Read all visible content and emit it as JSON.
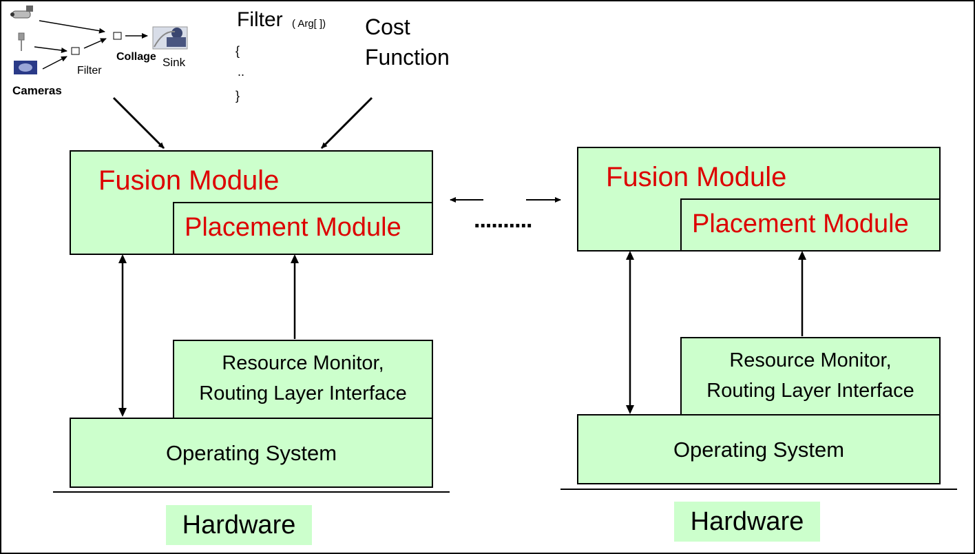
{
  "legend": {
    "cameras": "Cameras",
    "filter": "Filter",
    "collage": "Collage",
    "sink": "Sink"
  },
  "code": {
    "filter_name": "Filter",
    "filter_args": "( Arg[ ])",
    "open_brace": "{",
    "ellipsis": "..",
    "close_brace": "}"
  },
  "cost": {
    "line1": "Cost",
    "line2": "Function"
  },
  "connector_dots": "..........",
  "stacks": [
    {
      "fusion": "Fusion Module",
      "placement": "Placement Module",
      "resource_line1": "Resource Monitor,",
      "resource_line2": "Routing Layer Interface",
      "os": "Operating System",
      "hardware": "Hardware"
    },
    {
      "fusion": "Fusion Module",
      "placement": "Placement Module",
      "resource_line1": "Resource Monitor,",
      "resource_line2": "Routing Layer Interface",
      "os": "Operating System",
      "hardware": "Hardware"
    }
  ],
  "colors": {
    "module_fill": "#ccffcc",
    "module_title": "#dd0000",
    "stroke": "#000000"
  }
}
